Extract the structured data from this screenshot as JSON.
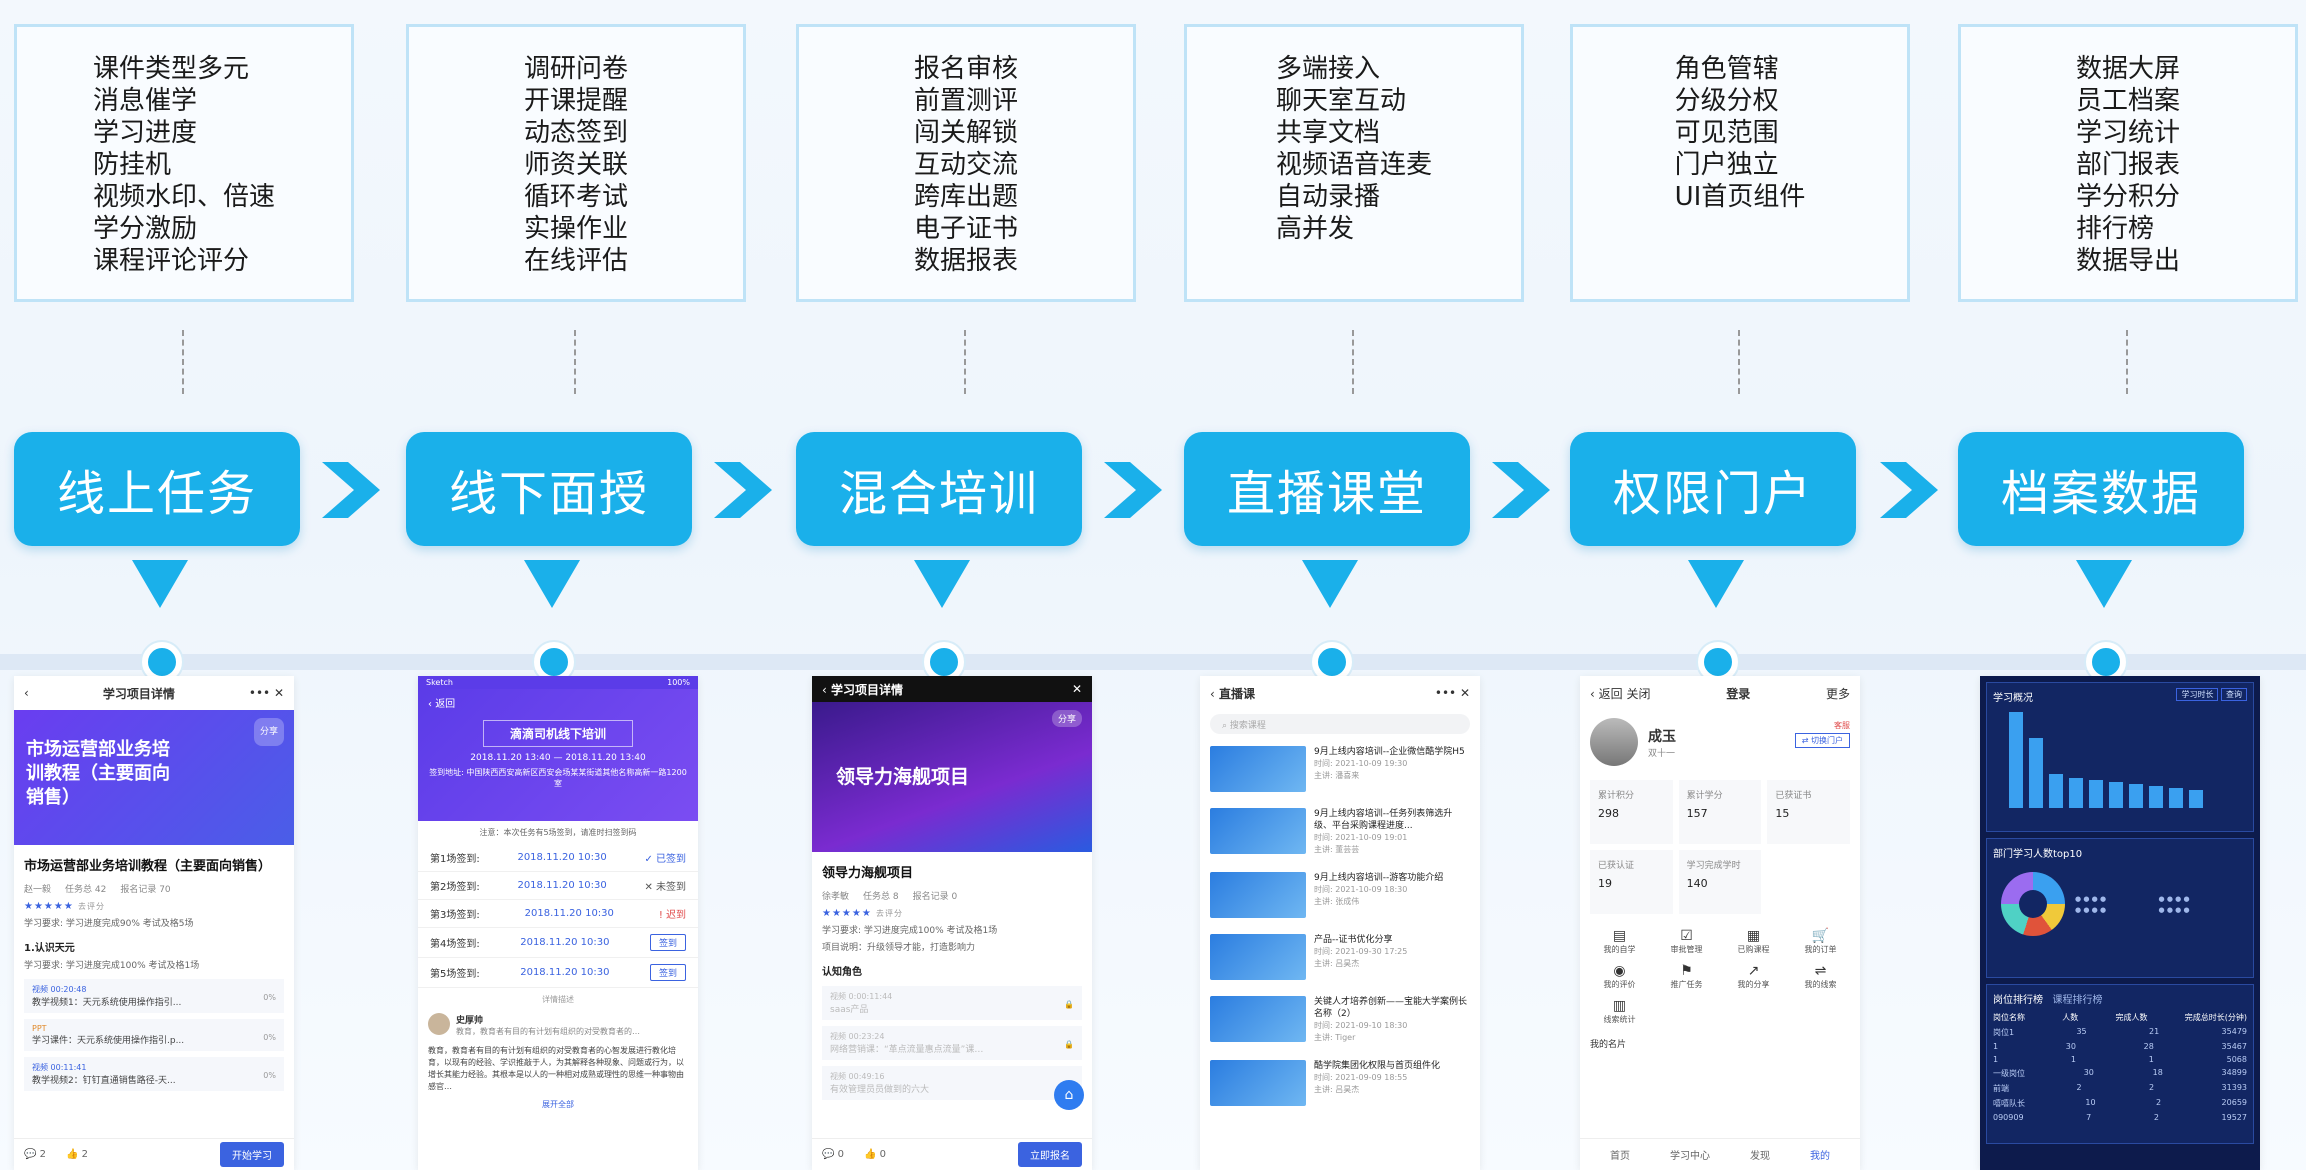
{
  "stages": [
    {
      "label": "线上任务",
      "features": [
        "课件类型多元",
        "消息催学",
        "学习进度",
        "防挂机",
        "视频水印、倍速",
        "学分激励",
        "课程评论评分"
      ]
    },
    {
      "label": "线下面授",
      "features": [
        "调研问卷",
        "开课提醒",
        "动态签到",
        "师资关联",
        "循环考试",
        "实操作业",
        "在线评估"
      ]
    },
    {
      "label": "混合培训",
      "features": [
        "报名审核",
        "前置测评",
        "闯关解锁",
        "互动交流",
        "跨库出题",
        "电子证书",
        "数据报表"
      ]
    },
    {
      "label": "直播课堂",
      "features": [
        "多端接入",
        "聊天室互动",
        "共享文档",
        "视频语音连麦",
        "自动录播",
        "高并发"
      ]
    },
    {
      "label": "权限门户",
      "features": [
        "角色管辖",
        "分级分权",
        "可见范围",
        "门户独立",
        "UI首页组件"
      ]
    },
    {
      "label": "档案数据",
      "features": [
        "数据大屏",
        "员工档案",
        "学习统计",
        "部门报表",
        "学分积分",
        "排行榜",
        "数据导出"
      ]
    }
  ],
  "colors": {
    "accent": "#1ab0ea",
    "box_border": "#bfe3f7",
    "timeline": "#dde8f5"
  },
  "screens": {
    "s1": {
      "header": "学习项目详情",
      "share": "分享",
      "banner": "市场运营部业务培训教程（主要面向销售）",
      "title": "市场运营部业务培训教程（主要面向销售）",
      "author": "赵一毅",
      "meta1": "任务总 42",
      "meta2": "报名记录 70",
      "stars": "★★★★★",
      "rating_label": "去评分",
      "requirement": "学习要求: 学习进度完成90% 考试及格5场",
      "section": "1.认识天元",
      "section_req": "学习要求: 学习进度完成100% 考试及格1场",
      "tasks": [
        {
          "tag": "视频 00:20:48",
          "name": "教学视频1：天元系统使用操作指引...",
          "pct": "0%"
        },
        {
          "tag": "PPT",
          "name": "学习课件：天元系统使用操作指引.p...",
          "pct": "0%"
        },
        {
          "tag": "视频 00:11:41",
          "name": "教学视频2：钉钉直通销售路径-天...",
          "pct": "0%"
        }
      ],
      "comments": "2",
      "likes": "2",
      "action": "开始学习"
    },
    "s2": {
      "status": "Sketch",
      "battery": "100%",
      "back": "返回",
      "banner_title": "滴滴司机线下培训",
      "banner_time": "2018.11.20 13:40 — 2018.11.20 13:40",
      "banner_addr": "签到地址: 中国陕西西安高新区西安会场某某街道其他名称高新一路1200室",
      "note": "注意：本次任务有5场签到，请准时扫签到码",
      "rows": [
        {
          "label": "第1场签到:",
          "time": "2018.11.20 10:30",
          "state": "✓ 已签到"
        },
        {
          "label": "第2场签到:",
          "time": "2018.11.20 10:30",
          "state": "✕ 未签到"
        },
        {
          "label": "第3场签到:",
          "time": "2018.11.20 10:30",
          "state": "! 迟到"
        },
        {
          "label": "第4场签到:",
          "time": "2018.11.20 10:30",
          "state": "签到"
        },
        {
          "label": "第5场签到:",
          "time": "2018.11.20 10:30",
          "state": "签到"
        }
      ],
      "detail_label": "详情描述",
      "teacher": "史厚帅",
      "teacher_desc": "教育，教育者有目的有计划有组织的对受教育者的…",
      "body": "教育，教育者有目的有计划有组织的对受教育者的心智发展进行教化培育，以现有的经验、学识推敲于人，为其解释各种现象、问题或行为，以增长其能力经验。其根本是以人的一种相对成熟或理性的思维一种事物由感官…",
      "expand": "展开全部"
    },
    "s3": {
      "header": "学习项目详情",
      "share": "分享",
      "banner": "领导力海舰项目",
      "title": "领导力海舰项目",
      "author": "徐孝敏",
      "meta1": "任务总 8",
      "meta2": "报名记录 0",
      "stars": "★★★★★",
      "rating_label": "去评分",
      "req1": "学习要求: 学习进度完成100% 考试及格1场",
      "req2": "项目说明：升级领导才能，打造影响力",
      "section": "认知角色",
      "tasks": [
        {
          "tag": "视频 0:00:11:44",
          "name": "saas产品"
        },
        {
          "tag": "视频 00:23:24",
          "name": "网络营销课：“革点流量惠点流量”课…"
        },
        {
          "tag": "视频 00:49:16",
          "name": "有效管理员员做到的六大"
        }
      ],
      "comments": "0",
      "likes": "0",
      "action": "立即报名"
    },
    "s4": {
      "header": "直播课",
      "search": "搜索课程",
      "items": [
        {
          "title": "9月上线内容培训--企业微信酷学院H5",
          "time": "时间: 2021-10-09 19:30",
          "host": "主讲: 潘喜来"
        },
        {
          "title": "9月上线内容培训--任务列表筛选升级、平台采购课程进度...",
          "time": "时间: 2021-10-09 19:01",
          "host": "主讲: 董芸芸"
        },
        {
          "title": "9月上线内容培训--游客功能介绍",
          "time": "时间: 2021-10-09 18:30",
          "host": "主讲: 张成伟"
        },
        {
          "title": "产品--证书优化分享",
          "time": "时间: 2021-09-30 17:25",
          "host": "主讲: 吕昊杰"
        },
        {
          "title": "关键人才培养创新——宝能大学案例长名称（2）",
          "time": "时间: 2021-09-10 18:30",
          "host": "主讲: Tiger"
        },
        {
          "title": "酷学院集团化权限与首页组件化",
          "time": "时间: 2021-09-09 18:55",
          "host": "主讲: 吕昊杰"
        }
      ]
    },
    "s5": {
      "back": "返回",
      "close": "关闭",
      "center": "登录",
      "more": "更多",
      "name": "成玉",
      "sub": "双十一",
      "role": "客服",
      "switch": "切换门户",
      "cards": [
        {
          "label": "累计积分",
          "value": "298"
        },
        {
          "label": "累计学分",
          "value": "157"
        },
        {
          "label": "已获证书",
          "value": "15"
        },
        {
          "label": "已获认证",
          "value": "19"
        },
        {
          "label": "学习完成学时",
          "value": "140"
        }
      ],
      "icons": [
        "我的自学",
        "审批管理",
        "已购课程",
        "我的订单",
        "我的评价",
        "推广任务",
        "我的分享",
        "我的线索",
        "线索统计"
      ],
      "section": "我的名片",
      "tabs": [
        "首页",
        "学习中心",
        "发现",
        "我的"
      ]
    },
    "s6": {
      "panel1": "学习概况",
      "filter": "学习时长",
      "query": "查询",
      "panel2": "部门学习人数top10",
      "panel3": "岗位排行榜",
      "panel3b": "课程排行榜",
      "rank_headers": [
        "岗位名称",
        "人数",
        "完成人数",
        "完成总时长(分钟)"
      ],
      "rank_rows": [
        [
          "岗位1",
          "35",
          "21",
          "35479"
        ],
        [
          "1",
          "30",
          "28",
          "35467"
        ],
        [
          "1",
          "1",
          "1",
          "5068"
        ],
        [
          "一级岗位",
          "30",
          "18",
          "34899"
        ],
        [
          "前端",
          "2",
          "2",
          "31393"
        ],
        [
          "嘻嘻队长",
          "10",
          "2",
          "20659"
        ],
        [
          "090909",
          "7",
          "2",
          "19527"
        ]
      ]
    }
  }
}
